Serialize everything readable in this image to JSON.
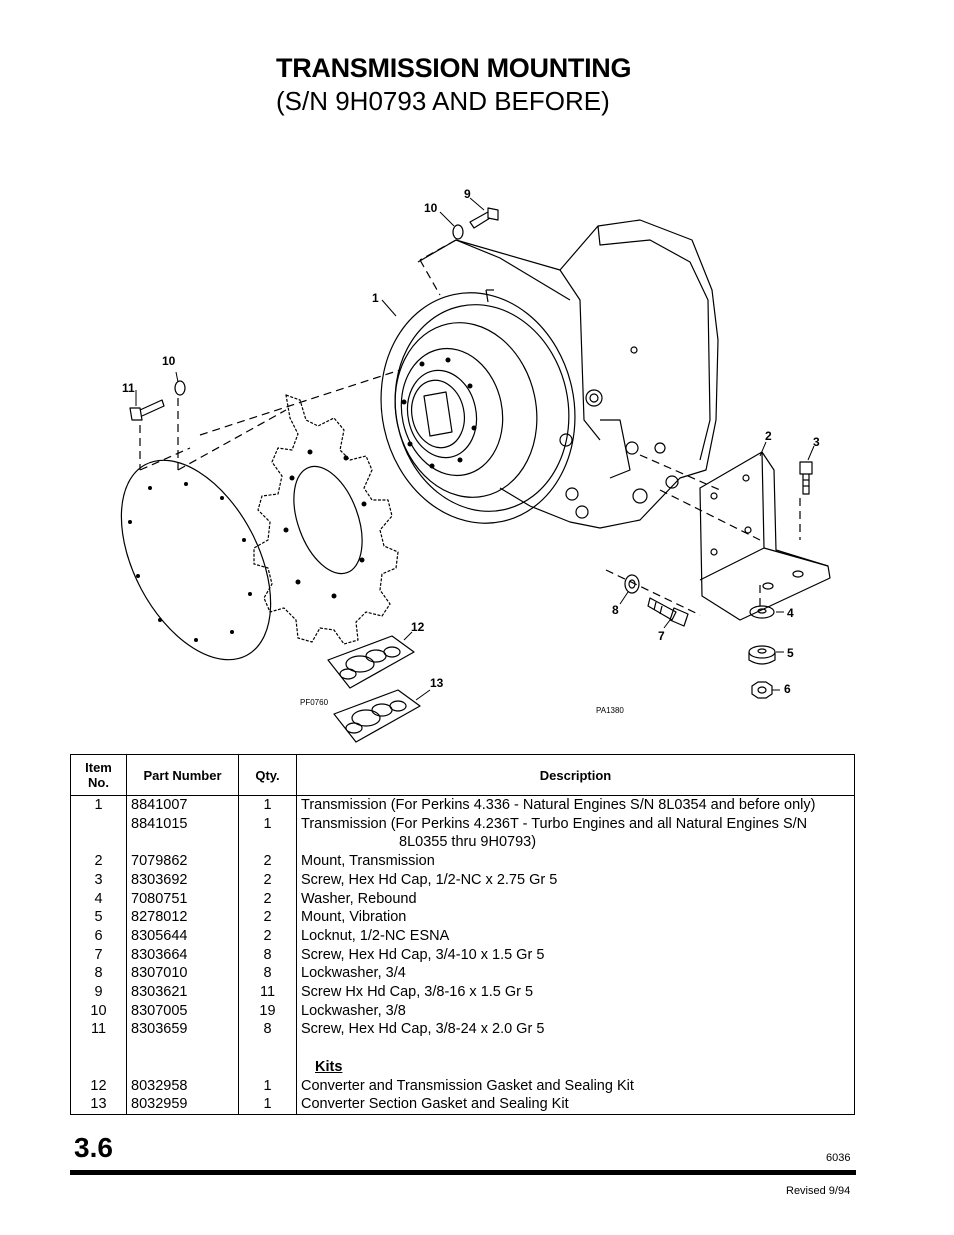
{
  "header": {
    "title": "TRANSMISSION MOUNTING",
    "subtitle": "(S/N 9H0793 AND BEFORE)"
  },
  "diagram": {
    "callouts": [
      "1",
      "2",
      "3",
      "4",
      "5",
      "6",
      "7",
      "8",
      "9",
      "10",
      "10",
      "11",
      "12",
      "13"
    ],
    "ref_codes": [
      "PF0760",
      "PA1380"
    ]
  },
  "table": {
    "headers": {
      "item": "Item\nNo.",
      "item_line1": "Item",
      "item_line2": "No.",
      "part": "Part Number",
      "qty": "Qty.",
      "desc": "Description"
    },
    "rows": [
      {
        "item": "1",
        "part": "8841007",
        "qty": "1",
        "desc": "Transmission (For Perkins 4.336 - Natural Engines S/N 8L0354 and before only)"
      },
      {
        "item": "",
        "part": "8841015",
        "qty": "1",
        "desc": "Transmission (For Perkins 4.236T - Turbo Engines and all Natural Engines S/N",
        "desc2": "8L0355 thru 9H0793)"
      },
      {
        "item": "2",
        "part": "7079862",
        "qty": "2",
        "desc": "Mount, Transmission"
      },
      {
        "item": "3",
        "part": "8303692",
        "qty": "2",
        "desc": "Screw, Hex Hd Cap, 1/2-NC x 2.75 Gr 5"
      },
      {
        "item": "4",
        "part": "7080751",
        "qty": "2",
        "desc": "Washer, Rebound"
      },
      {
        "item": "5",
        "part": "8278012",
        "qty": "2",
        "desc": "Mount, Vibration"
      },
      {
        "item": "6",
        "part": "8305644",
        "qty": "2",
        "desc": "Locknut, 1/2-NC ESNA"
      },
      {
        "item": "7",
        "part": "8303664",
        "qty": "8",
        "desc": "Screw, Hex Hd Cap, 3/4-10 x 1.5 Gr 5"
      },
      {
        "item": "8",
        "part": "8307010",
        "qty": "8",
        "desc": "Lockwasher, 3/4"
      },
      {
        "item": "9",
        "part": "8303621",
        "qty": "11",
        "desc": "Screw Hx Hd Cap, 3/8-16 x 1.5 Gr 5"
      },
      {
        "item": "10",
        "part": "8307005",
        "qty": "19",
        "desc": "Lockwasher, 3/8"
      },
      {
        "item": "11",
        "part": "8303659",
        "qty": "8",
        "desc": "Screw, Hex Hd Cap, 3/8-24 x 2.0 Gr 5"
      }
    ],
    "kits_label": "Kits",
    "kit_rows": [
      {
        "item": "12",
        "part": "8032958",
        "qty": "1",
        "desc": "Converter and Transmission Gasket and Sealing Kit"
      },
      {
        "item": "13",
        "part": "8032959",
        "qty": "1",
        "desc": "Converter Section Gasket and Sealing Kit"
      }
    ]
  },
  "footer": {
    "page_number": "3.6",
    "doc_code": "6036",
    "revised": "Revised 9/94"
  }
}
